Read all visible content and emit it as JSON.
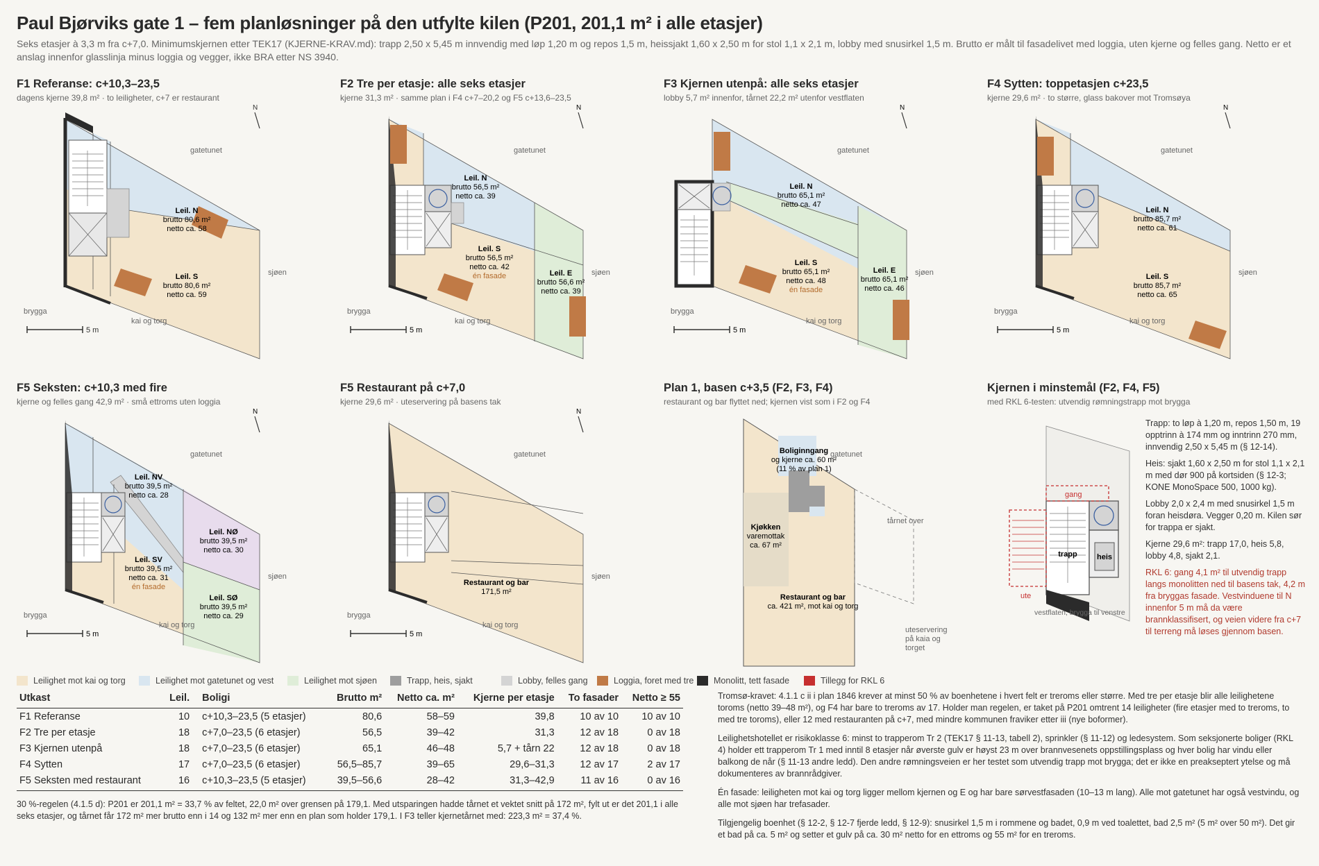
{
  "title": "Paul Bjørviks gate 1 – fem planløsninger på den utfylte kilen (P201, 201,1 m² i alle etasjer)",
  "intro": "Seks etasjer à 3,3 m fra c+7,0. Minimumskjernen etter TEK17 (KJERNE-KRAV.md): trapp 2,50 x 5,45 m innvendig med løp 1,20 m og repos 1,5 m, heissjakt 1,60 x 2,50 m for stol 1,1 x 2,1 m, lobby med snusirkel 1,5 m. Brutto er målt til fasadelivet med loggia, uten kjerne og felles gang. Netto er et anslag innenfor glasslinja minus loggia og vegger, ikke BRA etter NS 3940.",
  "common": {
    "north": "N",
    "gatetunet": "gatetunet",
    "sjoen": "sjøen",
    "brygga": "brygga",
    "kai": "kai og torg",
    "scale": "5 m"
  },
  "colors": {
    "kai": "#f3e5cc",
    "gate": "#d9e6f0",
    "sjo": "#dfedd8",
    "nw": "#e8dced",
    "core": "#9e9e9e",
    "lobby": "#d4d4d4",
    "loggia": "#c07a46",
    "mono": "#2b2b2b",
    "rkl": "#c62f2f"
  },
  "panels": [
    {
      "title": "F1 Referanse: c+10,3–23,5",
      "sub": "dagens kjerne 39,8 m² · to leiligheter, c+7 er restaurant",
      "units": [
        {
          "name": "Leil. N",
          "brutto": "brutto 80,6 m²",
          "netto": "netto ca. 58"
        },
        {
          "name": "Leil. S",
          "brutto": "brutto 80,6 m²",
          "netto": "netto ca. 59"
        }
      ]
    },
    {
      "title": "F2 Tre per etasje: alle seks etasjer",
      "sub": "kjerne 31,3 m² · samme plan i F4 c+7–20,2 og F5 c+13,6–23,5",
      "units": [
        {
          "name": "Leil. N",
          "brutto": "brutto 56,5 m²",
          "netto": "netto ca. 39"
        },
        {
          "name": "Leil. S",
          "brutto": "brutto 56,5 m²",
          "netto": "netto ca. 42",
          "note": "én fasade"
        },
        {
          "name": "Leil. E",
          "brutto": "brutto 56,6 m²",
          "netto": "netto ca. 39"
        }
      ]
    },
    {
      "title": "F3 Kjernen utenpå: alle seks etasjer",
      "sub": "lobby 5,7 m² innenfor, tårnet 22,2 m² utenfor vestflaten",
      "units": [
        {
          "name": "Leil. N",
          "brutto": "brutto 65,1 m²",
          "netto": "netto ca. 47"
        },
        {
          "name": "Leil. S",
          "brutto": "brutto 65,1 m²",
          "netto": "netto ca. 48",
          "note": "én fasade"
        },
        {
          "name": "Leil. E",
          "brutto": "brutto 65,1 m²",
          "netto": "netto ca. 46"
        }
      ]
    },
    {
      "title": "F4 Sytten: toppetasjen c+23,5",
      "sub": "kjerne 29,6 m² · to større, glass bakover mot Tromsøya",
      "units": [
        {
          "name": "Leil. N",
          "brutto": "brutto 85,7 m²",
          "netto": "netto ca. 61"
        },
        {
          "name": "Leil. S",
          "brutto": "brutto 85,7 m²",
          "netto": "netto ca. 65"
        }
      ]
    },
    {
      "title": "F5 Seksten: c+10,3 med fire",
      "sub": "kjerne og felles gang 42,9 m² · små ettroms uten loggia",
      "units": [
        {
          "name": "Leil. NV",
          "brutto": "brutto 39,5 m²",
          "netto": "netto ca. 28"
        },
        {
          "name": "Leil. NØ",
          "brutto": "brutto 39,5 m²",
          "netto": "netto ca. 30"
        },
        {
          "name": "Leil. SV",
          "brutto": "brutto 39,5 m²",
          "netto": "netto ca. 31",
          "note": "én fasade"
        },
        {
          "name": "Leil. SØ",
          "brutto": "brutto 39,5 m²",
          "netto": "netto ca. 29"
        }
      ]
    },
    {
      "title": "F5 Restaurant på c+7,0",
      "sub": "kjerne 29,6 m² · uteservering på basens tak",
      "units": [
        {
          "name": "Restaurant og bar",
          "brutto": "171,5 m²"
        }
      ]
    },
    {
      "title": "Plan 1, basen c+3,5 (F2, F3, F4)",
      "sub": "restaurant og bar flyttet ned; kjernen vist som i F2 og F4",
      "labels": {
        "bolig": "Boliginngang",
        "bolig2": "og kjerne ca. 60 m²",
        "bolig3": "(11 % av plan 1)",
        "kjokken": "Kjøkken",
        "kjokken2": "varemottak",
        "kjokken3": "ca. 67 m²",
        "rest": "Restaurant og bar",
        "rest2": "ca. 421 m², mot kai og torg",
        "tarn": "tårnet over",
        "ute1": "uteservering",
        "ute2": "på kaia og",
        "ute3": "torget"
      }
    },
    {
      "title": "Kjernen i minstemål (F2, F4, F5)",
      "sub": "med RKL 6-testen: utvendig rømningstrapp mot brygga",
      "labels": {
        "gang": "gang",
        "trapp": "trapp",
        "heis": "heis",
        "ute": "ute",
        "vest": "vestflaten, brygga til venstre"
      }
    }
  ],
  "kjerne_notes": [
    "Trapp: to løp à 1,20 m, repos 1,50 m, 19 opptrinn à 174 mm og inntrinn 270 mm, innvendig 2,50 x 5,45 m (§ 12-14).",
    "Heis: sjakt 1,60 x 2,50 m for stol 1,1 x 2,1 m med dør 900 på kortsiden (§ 12-3; KONE MonoSpace 500, 1000 kg).",
    "Lobby 2,0 x 2,4 m med snusirkel 1,5 m foran heisdøra. Vegger 0,20 m. Kilen sør for trappa er sjakt.",
    "Kjerne 29,6 m²: trapp 17,0, heis 5,8, lobby 4,8, sjakt 2,1."
  ],
  "kjerne_red": "RKL 6: gang 4,1 m² til utvendig trapp langs monolitten ned til basens tak, 4,2 m fra bryggas fasade. Vestvinduene til N innenfor 5 m må da være brannklassifisert, og veien videre fra c+7 til terreng må løses gjennom basen.",
  "legend": [
    "Leilighet mot kai og torg",
    "Leilighet mot gatetunet og vest",
    "Leilighet mot sjøen",
    "Trapp, heis, sjakt",
    "Lobby, felles gang",
    "Loggia, foret med tre",
    "Monolitt, tett fasade",
    "Tillegg for RKL 6"
  ],
  "table": {
    "headers": [
      "Utkast",
      "Leil.",
      "Boligi",
      "Brutto m²",
      "Netto ca. m²",
      "Kjerne per etasje",
      "To fasader",
      "Netto ≥ 55"
    ],
    "rows": [
      [
        "F1 Referanse",
        "10",
        "c+10,3–23,5 (5 etasjer)",
        "80,6",
        "58–59",
        "39,8",
        "10 av 10",
        "10 av 10"
      ],
      [
        "F2 Tre per etasje",
        "18",
        "c+7,0–23,5 (6 etasjer)",
        "56,5",
        "39–42",
        "31,3",
        "12 av 18",
        "0 av 18"
      ],
      [
        "F3 Kjernen utenpå",
        "18",
        "c+7,0–23,5 (6 etasjer)",
        "65,1",
        "46–48",
        "5,7 + tårn 22",
        "12 av 18",
        "0 av 18"
      ],
      [
        "F4 Sytten",
        "17",
        "c+7,0–23,5 (6 etasjer)",
        "56,5–85,7",
        "39–65",
        "29,6–31,3",
        "12 av 17",
        "2 av 17"
      ],
      [
        "F5 Seksten med restaurant",
        "16",
        "c+10,3–23,5 (5 etasjer)",
        "39,5–56,6",
        "28–42",
        "31,3–42,9",
        "11 av 16",
        "0 av 16"
      ]
    ]
  },
  "footnote": "30 %-regelen (4.1.5 d): P201 er 201,1 m² = 33,7 % av feltet, 22,0 m² over grensen på 179,1. Med utsparingen hadde tårnet et vektet snitt på 172 m², fylt ut er det 201,1 i alle seks etasjer, og tårnet får 172 m² mer brutto enn i 14 og 132 m² mer enn en plan som holder 179,1. I F3 teller kjernetårnet med: 223,3 m² = 37,4 %.",
  "notes": [
    "Tromsø-kravet: 4.1.1 c ii i plan 1846 krever at minst 50 % av boenhetene i hvert felt er treroms eller større. Med tre per etasje blir alle leilighetene toroms (netto 39–48 m²), og F4 har bare to treroms av 17. Holder man regelen, er taket på P201 omtrent 14 leiligheter (fire etasjer med to treroms, to med tre toroms), eller 12 med restauranten på c+7, med mindre kommunen fraviker etter iii (nye boformer).",
    "Leilighetshotellet er risikoklasse 6: minst to trapperom Tr 2 (TEK17 § 11-13, tabell 2), sprinkler (§ 11-12) og ledesystem. Som seksjonerte boliger (RKL 4) holder ett trapperom Tr 1 med inntil 8 etasjer når øverste gulv er høyst 23 m over brannvesenets oppstillingsplass og hver bolig har vindu eller balkong de når (§ 11-13 andre ledd). Den andre rømningsveien er her testet som utvendig trapp mot brygga; det er ikke en preakseptert ytelse og må dokumenteres av brannrådgiver.",
    "Én fasade: leiligheten mot kai og torg ligger mellom kjernen og E og har bare sørvestfasaden (10–13 m lang). Alle mot gatetunet har også vestvindu, og alle mot sjøen har trefasader.",
    "Tilgjengelig boenhet (§ 12-2, § 12-7 fjerde ledd, § 12-9): snusirkel 1,5 m i rommene og badet, 0,9 m ved toalettet, bad 2,5 m² (5 m² over 50 m²). Det gir et bad på ca. 5 m² og setter et gulv på ca. 30 m² netto for en ettroms og 55 m² for en treroms."
  ]
}
